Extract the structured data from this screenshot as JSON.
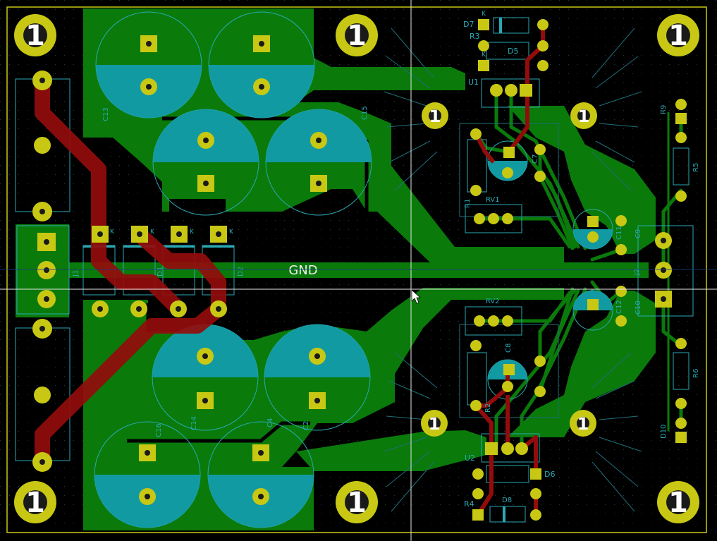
{
  "net_label": "GND",
  "labels": {
    "D7": "D7",
    "R3": "R3",
    "K1": "K",
    "K2": "K",
    "D5": "D5",
    "U1": "U1",
    "C13": "C13",
    "C15": "C15",
    "C7": "C7",
    "R1": "R1",
    "RV1": "RV1",
    "C11": "C11",
    "C9": "C9",
    "R9": "R9",
    "R5": "R5",
    "J1": "J1",
    "D1": "D1",
    "D2": "D2",
    "J2": "J2",
    "K3": "K",
    "K4": "K",
    "K5": "K",
    "K6": "K",
    "RV2": "RV2",
    "C12": "C12",
    "C10": "C10",
    "C8": "C8",
    "C16": "C16",
    "C14": "C14",
    "C4": "C4",
    "C2": "C2",
    "R2": "R2",
    "U2": "U2",
    "D6": "D6",
    "D8": "D8",
    "R4": "R4",
    "R6": "R6",
    "D10": "D10"
  },
  "mount_hole_label": "1",
  "colors": {
    "background": "#000000",
    "copper_front": "#930c0c",
    "copper_back": "#0a7a0a",
    "pad": "#c8c814",
    "silkscreen": "#2aa9b4",
    "fab": "#1f8f9a",
    "board_edge": "#c8c814",
    "crosshair": "#f2f2f2"
  }
}
